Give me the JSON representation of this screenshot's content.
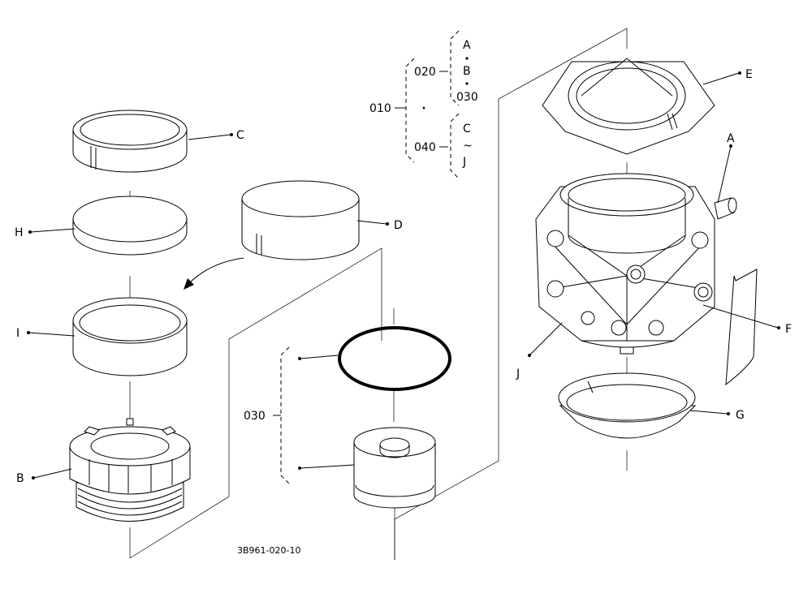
{
  "labels": {
    "A": "A",
    "B": "B",
    "C": "C",
    "D": "D",
    "E": "E",
    "F": "F",
    "G": "G",
    "H": "H",
    "I": "I",
    "J": "J"
  },
  "tree": {
    "root": "010",
    "group_020": "020",
    "group_040": "040",
    "item_030": "030",
    "sub_A": "A",
    "sub_B": "B",
    "sub_C": "C",
    "sub_J": "J",
    "range_symbol": "~"
  },
  "callout_030": "030",
  "drawing_id": "3B961-020-10"
}
